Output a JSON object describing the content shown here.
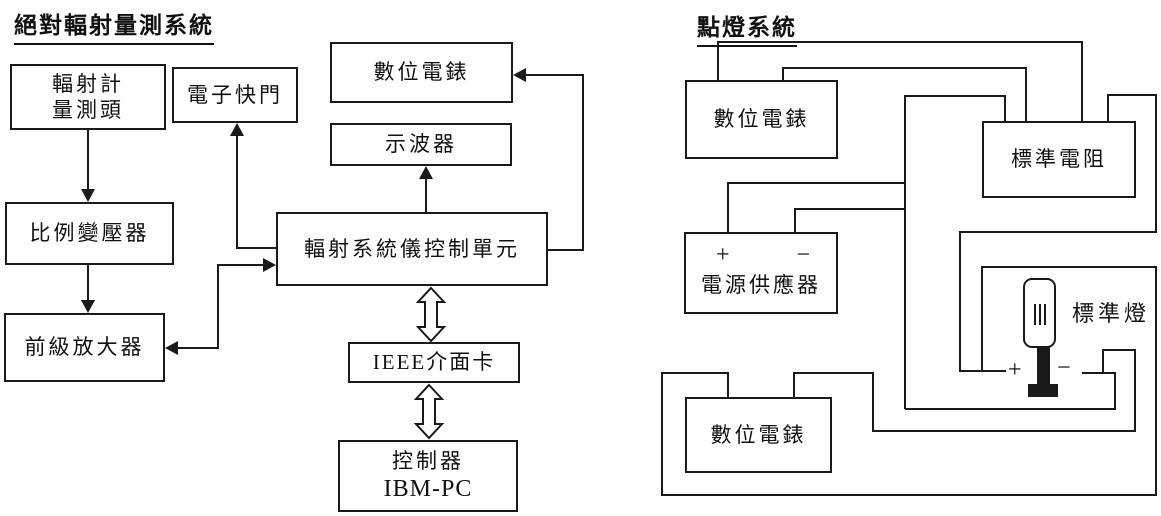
{
  "left_panel": {
    "title": "絕對輻射量測系統",
    "boxes": {
      "radiation_head": {
        "line1": "輻射計",
        "line2": "量測頭"
      },
      "shutter": {
        "label": "電子快門"
      },
      "digital_meter": {
        "label": "數位電錶"
      },
      "oscilloscope": {
        "label": "示波器"
      },
      "ratio_transformer": {
        "label": "比例變壓器"
      },
      "control_unit": {
        "label": "輻射系統儀控制單元"
      },
      "preamplifier": {
        "label": "前級放大器"
      },
      "ieee_card": {
        "label": "IEEE介面卡"
      },
      "controller": {
        "line1": "控制器",
        "line2": "IBM-PC"
      }
    }
  },
  "right_panel": {
    "title": "點燈系統",
    "boxes": {
      "digital_meter_top": {
        "label": "數位電錶"
      },
      "standard_resistor": {
        "label": "標準電阻"
      },
      "power_supply": {
        "plus": "+",
        "minus": "−",
        "label": "電源供應器"
      },
      "standard_lamp": {
        "plus": "+",
        "minus": "−",
        "label": "標準燈"
      },
      "digital_meter_bottom": {
        "label": "數位電錶"
      }
    }
  },
  "colors": {
    "line": "#1a1a1a",
    "background": "#ffffff",
    "box_fill": "#ffffff"
  }
}
